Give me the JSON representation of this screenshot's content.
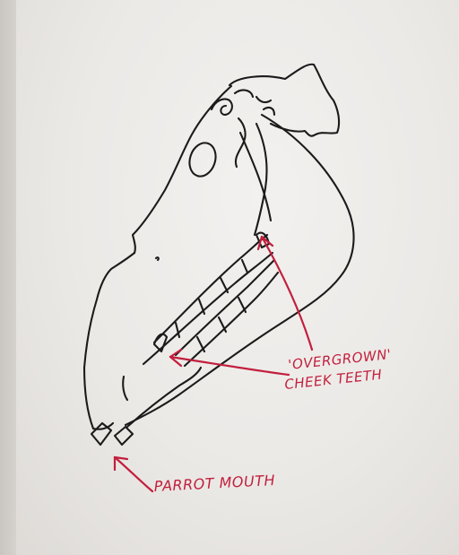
{
  "annotations": {
    "overgrown_line1": "'OVERGROWN'",
    "overgrown_line2": "CHEEK TEETH",
    "parrot_mouth": "PARROT MOUTH"
  },
  "colors": {
    "ink": "#1b1b1b",
    "annotation": "#c21f3d",
    "paper": "#efeeec"
  },
  "subject": "horse skull sketch"
}
